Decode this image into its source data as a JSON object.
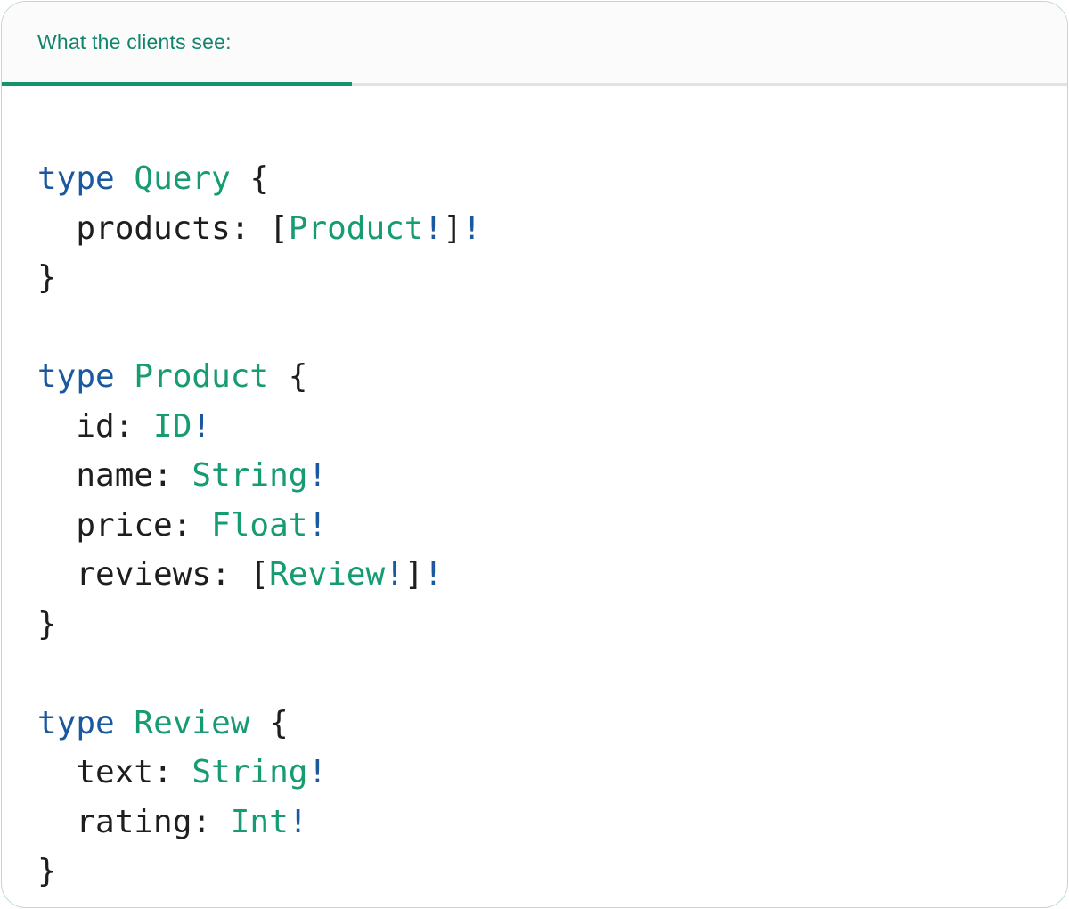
{
  "colors": {
    "header_text": "#10846c",
    "tab_indicator": "#13946d",
    "divider": "#e2e2e2",
    "header_bg": "#fbfbfb",
    "body_bg": "#ffffff",
    "card_border": "#bcdcc7",
    "keyword": "#1a589f",
    "type_name": "#169b72",
    "bang": "#1a589f",
    "plain": "#1e1e1e"
  },
  "tab": {
    "label": "What the clients see:"
  },
  "code": {
    "language": "graphql",
    "text": "type Query {\n  products: [Product!]!\n}\n\ntype Product {\n  id: ID!\n  name: String!\n  price: Float!\n  reviews: [Review!]!\n}\n\ntype Review {\n  text: String!\n  rating: Int!\n}",
    "lines": [
      [
        {
          "t": "type",
          "c": "kw"
        },
        {
          "t": " ",
          "c": "plain"
        },
        {
          "t": "Query",
          "c": "type"
        },
        {
          "t": " {",
          "c": "plain"
        }
      ],
      [
        {
          "t": "  products: ",
          "c": "plain"
        },
        {
          "t": "[",
          "c": "plain"
        },
        {
          "t": "Product",
          "c": "type"
        },
        {
          "t": "!",
          "c": "bang"
        },
        {
          "t": "]",
          "c": "plain"
        },
        {
          "t": "!",
          "c": "bang"
        }
      ],
      [
        {
          "t": "}",
          "c": "plain"
        }
      ],
      [],
      [
        {
          "t": "type",
          "c": "kw"
        },
        {
          "t": " ",
          "c": "plain"
        },
        {
          "t": "Product",
          "c": "type"
        },
        {
          "t": " {",
          "c": "plain"
        }
      ],
      [
        {
          "t": "  id: ",
          "c": "plain"
        },
        {
          "t": "ID",
          "c": "type"
        },
        {
          "t": "!",
          "c": "bang"
        }
      ],
      [
        {
          "t": "  name: ",
          "c": "plain"
        },
        {
          "t": "String",
          "c": "type"
        },
        {
          "t": "!",
          "c": "bang"
        }
      ],
      [
        {
          "t": "  price: ",
          "c": "plain"
        },
        {
          "t": "Float",
          "c": "type"
        },
        {
          "t": "!",
          "c": "bang"
        }
      ],
      [
        {
          "t": "  reviews: ",
          "c": "plain"
        },
        {
          "t": "[",
          "c": "plain"
        },
        {
          "t": "Review",
          "c": "type"
        },
        {
          "t": "!",
          "c": "bang"
        },
        {
          "t": "]",
          "c": "plain"
        },
        {
          "t": "!",
          "c": "bang"
        }
      ],
      [
        {
          "t": "}",
          "c": "plain"
        }
      ],
      [],
      [
        {
          "t": "type",
          "c": "kw"
        },
        {
          "t": " ",
          "c": "plain"
        },
        {
          "t": "Review",
          "c": "type"
        },
        {
          "t": " {",
          "c": "plain"
        }
      ],
      [
        {
          "t": "  text: ",
          "c": "plain"
        },
        {
          "t": "String",
          "c": "type"
        },
        {
          "t": "!",
          "c": "bang"
        }
      ],
      [
        {
          "t": "  rating: ",
          "c": "plain"
        },
        {
          "t": "Int",
          "c": "type"
        },
        {
          "t": "!",
          "c": "bang"
        }
      ],
      [
        {
          "t": "}",
          "c": "plain"
        }
      ]
    ]
  }
}
